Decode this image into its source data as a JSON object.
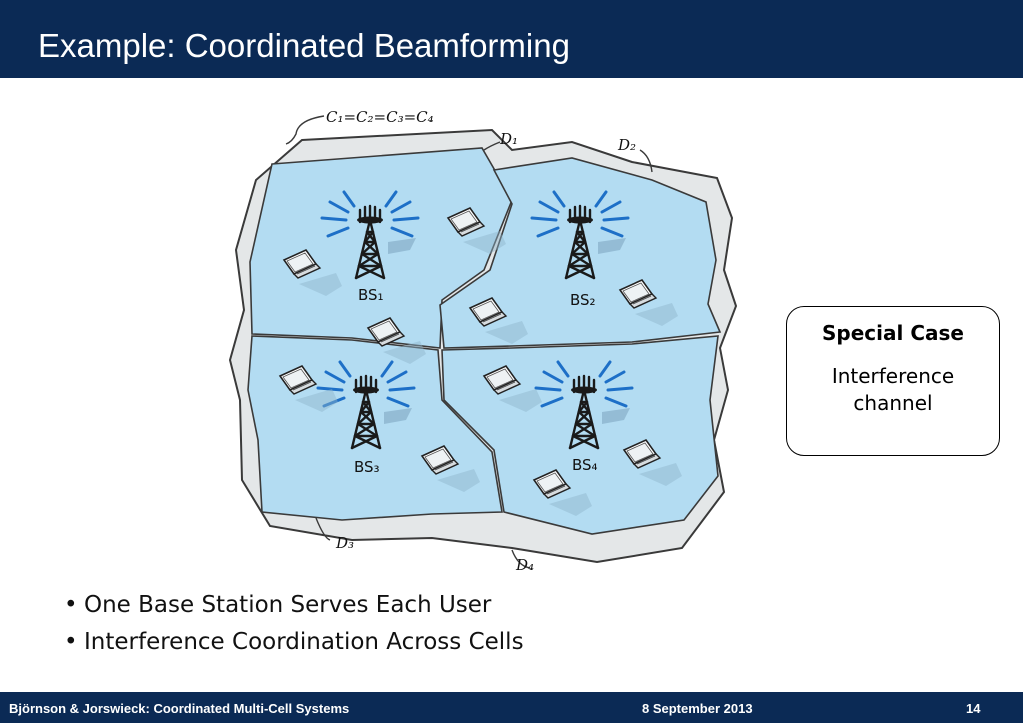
{
  "slide": {
    "title": "Example: Coordinated Beamforming"
  },
  "diagram": {
    "cluster_label": "C₁=C₂=C₃=C₄",
    "regions": [
      "D₁",
      "D₂",
      "D₃",
      "D₄"
    ],
    "base_stations": [
      "BS₁",
      "BS₂",
      "BS₃",
      "BS₄"
    ]
  },
  "special_case": {
    "title": "Special Case",
    "body": "Interference channel"
  },
  "bullets": [
    "One Base Station Serves Each User",
    "Interference Coordination Across Cells"
  ],
  "footer": {
    "authors": "Björnson & Jorswieck: Coordinated Multi-Cell Systems",
    "date": "8 September 2013",
    "page": "14"
  },
  "colors": {
    "header_bg": "#0b2a55",
    "cell_fill": "#b3dcf2",
    "outer_fill": "#e4e7e8",
    "tower": "#1a1a1a",
    "wave": "#1d6fc7"
  }
}
